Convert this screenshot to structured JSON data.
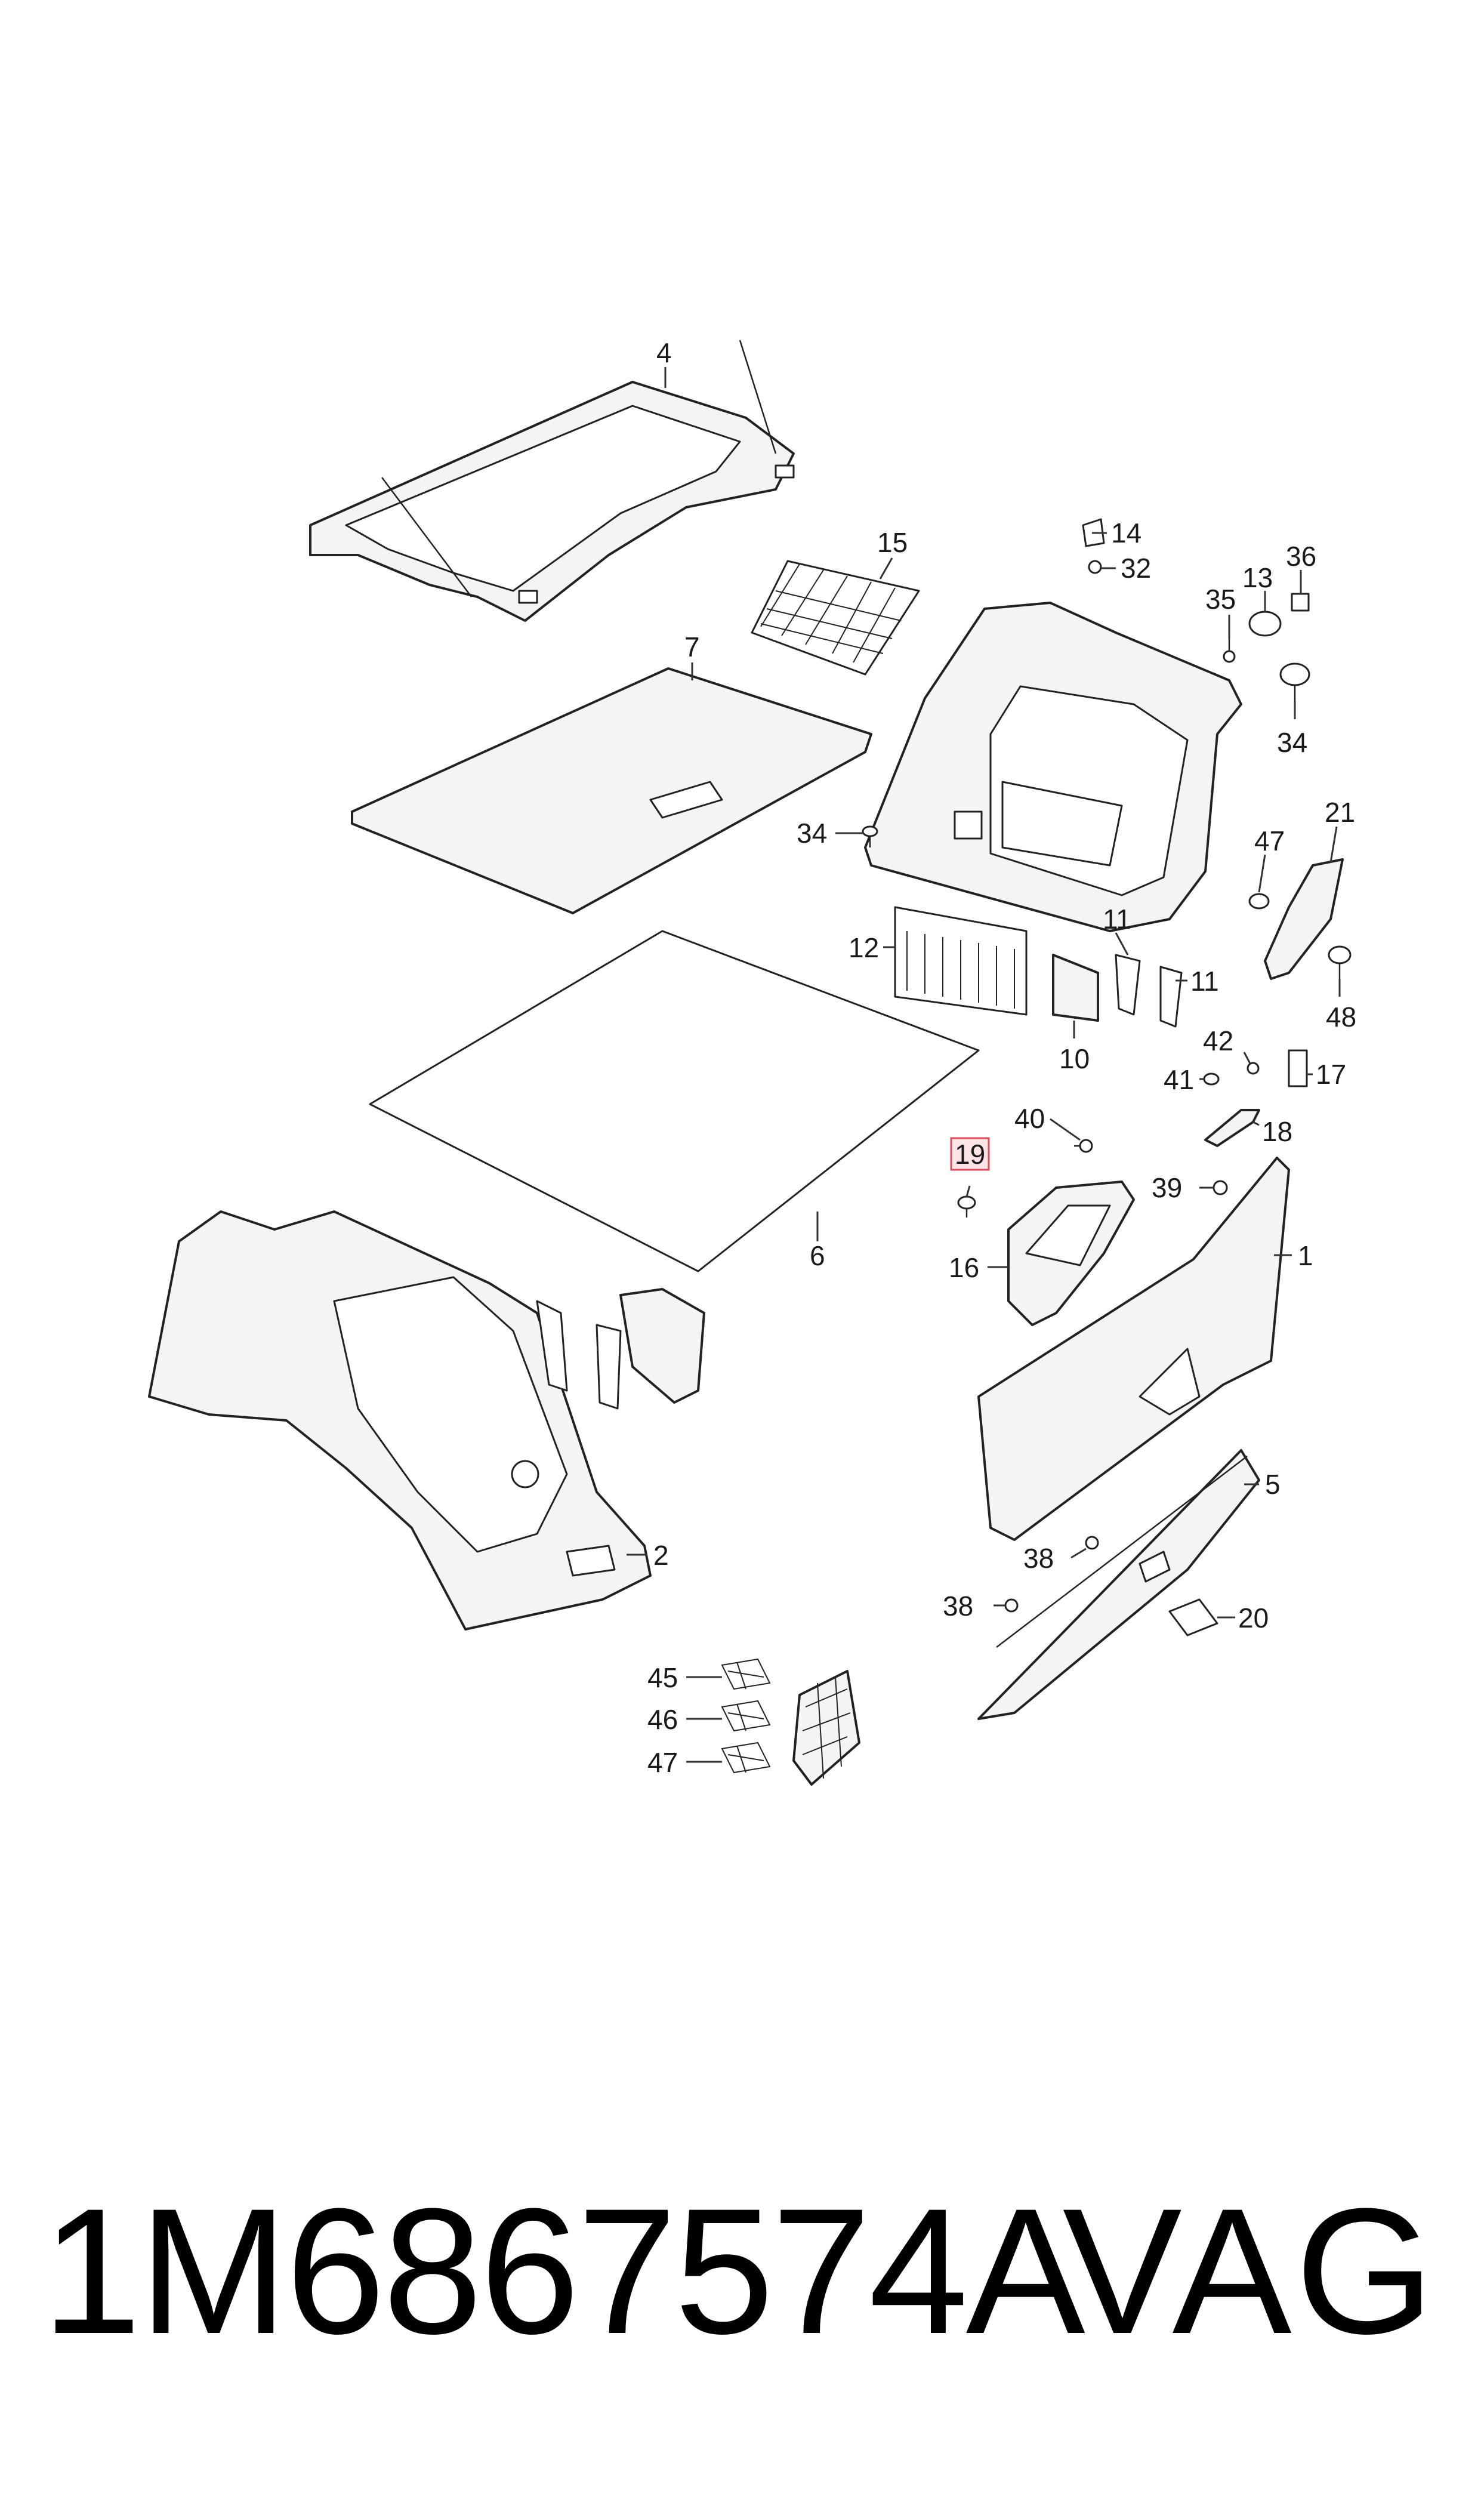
{
  "diagram": {
    "callouts": [
      {
        "id": "4",
        "label": "4"
      },
      {
        "id": "15",
        "label": "15"
      },
      {
        "id": "14",
        "label": "14"
      },
      {
        "id": "32",
        "label": "32"
      },
      {
        "id": "36",
        "label": "36"
      },
      {
        "id": "13",
        "label": "13"
      },
      {
        "id": "35",
        "label": "35"
      },
      {
        "id": "7",
        "label": "7"
      },
      {
        "id": "34a",
        "label": "34"
      },
      {
        "id": "34b",
        "label": "34"
      },
      {
        "id": "21",
        "label": "21"
      },
      {
        "id": "47a",
        "label": "47"
      },
      {
        "id": "12",
        "label": "12"
      },
      {
        "id": "11a",
        "label": "11"
      },
      {
        "id": "11b",
        "label": "11"
      },
      {
        "id": "48",
        "label": "48"
      },
      {
        "id": "10",
        "label": "10"
      },
      {
        "id": "42",
        "label": "42"
      },
      {
        "id": "41",
        "label": "41"
      },
      {
        "id": "17",
        "label": "17"
      },
      {
        "id": "40",
        "label": "40"
      },
      {
        "id": "18",
        "label": "18"
      },
      {
        "id": "19",
        "label": "19",
        "highlighted": true
      },
      {
        "id": "39",
        "label": "39"
      },
      {
        "id": "16",
        "label": "16"
      },
      {
        "id": "1",
        "label": "1"
      },
      {
        "id": "6",
        "label": "6"
      },
      {
        "id": "5",
        "label": "5"
      },
      {
        "id": "2",
        "label": "2"
      },
      {
        "id": "38a",
        "label": "38"
      },
      {
        "id": "38b",
        "label": "38"
      },
      {
        "id": "20",
        "label": "20"
      },
      {
        "id": "45",
        "label": "45"
      },
      {
        "id": "46",
        "label": "46"
      },
      {
        "id": "47b",
        "label": "47"
      }
    ],
    "highlight_color": "#d9515f"
  },
  "footer": {
    "part_number": "1M6867574A",
    "brand": "VAG"
  }
}
